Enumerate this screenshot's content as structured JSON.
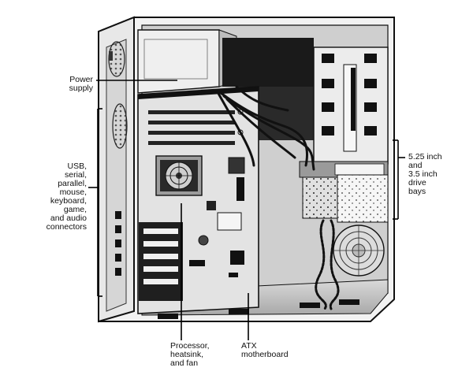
{
  "labels": {
    "power_supply": [
      "Power",
      "supply"
    ],
    "connectors": [
      "USB,",
      "serial,",
      "parallel,",
      "mouse,",
      "keyboard,",
      "game,",
      "and audio",
      "connectors"
    ],
    "drive_bays": [
      "5.25 inch",
      "and",
      "3.5 inch",
      "drive",
      "bays"
    ],
    "processor": [
      "Processor,",
      "heatsink,",
      "and fan"
    ],
    "motherboard": [
      "ATX",
      "motherboard"
    ]
  }
}
